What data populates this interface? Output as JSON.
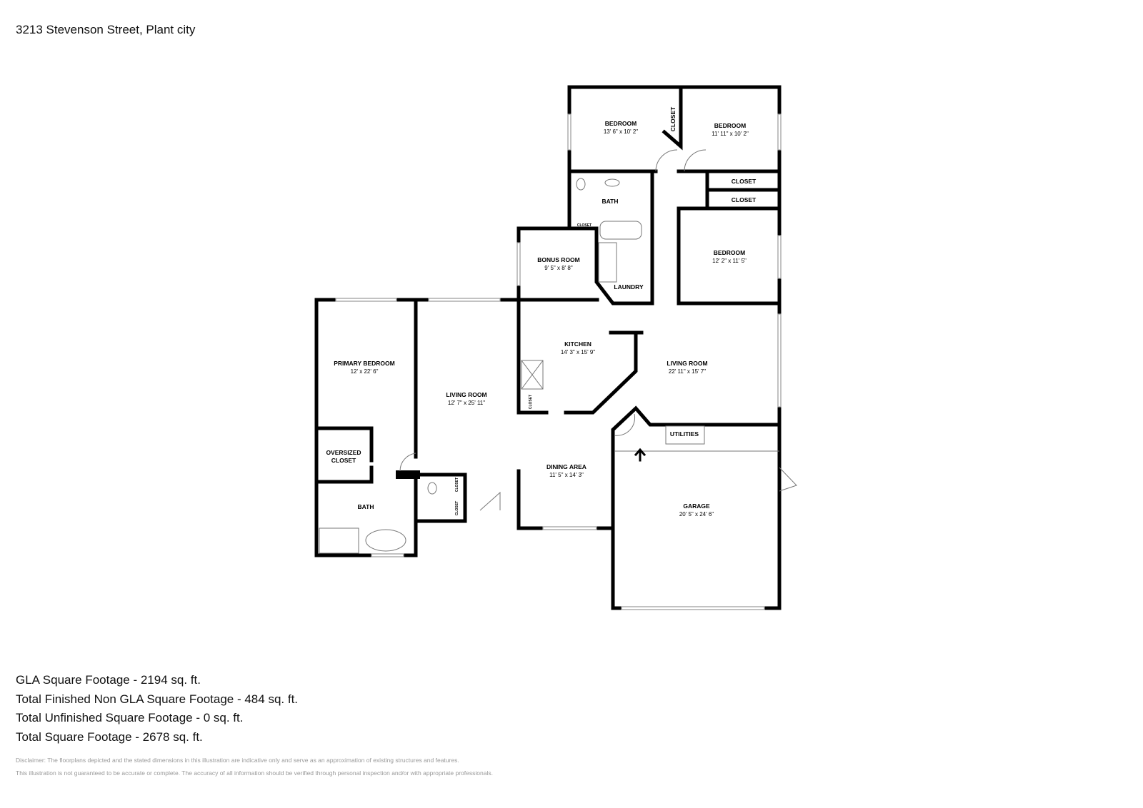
{
  "header": {
    "address": "3213 Stevenson Street, Plant city"
  },
  "rooms": [
    {
      "name": "BEDROOM",
      "dims": "13' 6\" x 10' 2\""
    },
    {
      "name": "BEDROOM",
      "dims": "11' 11\" x 10' 2\""
    },
    {
      "name": "BEDROOM",
      "dims": "12' 2\" x 11' 5\""
    },
    {
      "name": "BONUS ROOM",
      "dims": "9' 5\" x 8' 8\""
    },
    {
      "name": "KITCHEN",
      "dims": "14' 3\" x 15' 9\""
    },
    {
      "name": "LIVING ROOM",
      "dims": "22' 11\" x 15' 7\""
    },
    {
      "name": "PRIMARY BEDROOM",
      "dims": "12' x 22' 6\""
    },
    {
      "name": "LIVING ROOM",
      "dims": "12' 7\" x 25' 11\""
    },
    {
      "name": "DINING AREA",
      "dims": "11' 5\" x 14' 3\""
    },
    {
      "name": "GARAGE",
      "dims": "20' 5\" x 24' 6\""
    }
  ],
  "labels": {
    "closet": "CLOSET",
    "bath": "BATH",
    "laundry": "LAUNDRY",
    "utilities": "UTILITIES",
    "oversized_1": "OVERSIZED",
    "oversized_2": "CLOSET"
  },
  "stats": [
    "GLA Square Footage - 2194 sq. ft.",
    "Total Finished Non GLA Square Footage - 484 sq. ft.",
    "Total Unfinished Square Footage - 0 sq. ft.",
    "Total Square Footage - 2678 sq. ft."
  ],
  "disclaimer": [
    "Disclaimer: The floorplans depicted and the stated dimensions in this illustration are indicative only and serve as an approximation of existing structures and features.",
    "This illustration is not guaranteed to be accurate or complete. The accuracy of all information should be verified through personal inspection and/or with appropriate professionals."
  ]
}
